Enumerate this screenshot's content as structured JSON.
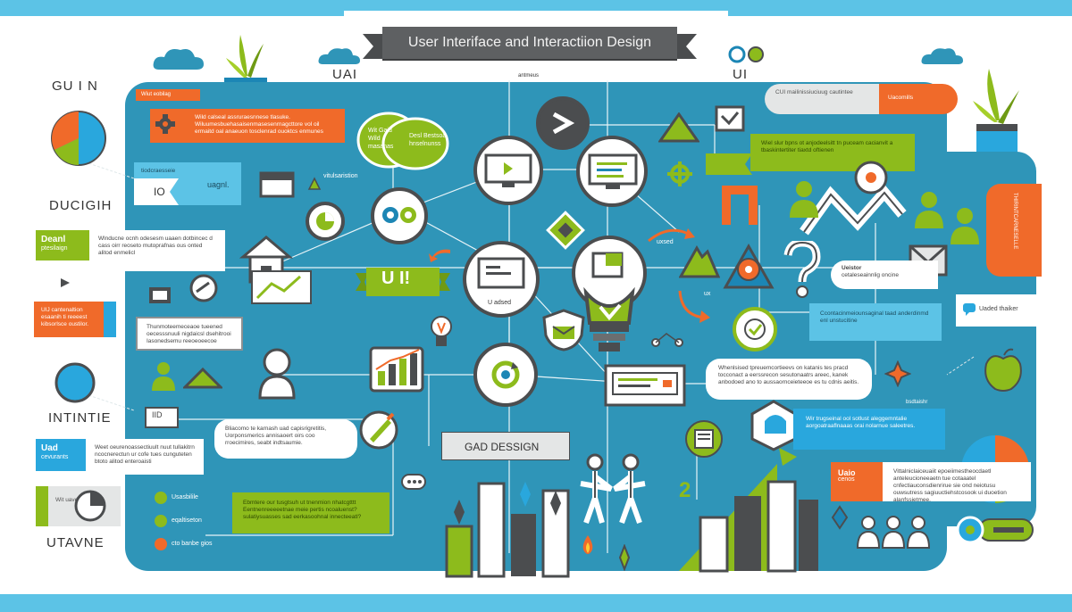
{
  "title": "User Interiface and Interactiion Design",
  "top_labels": {
    "uai": "UAI",
    "ui": "UI",
    "antennas": "antmeus"
  },
  "left_labels": {
    "gui": "GU I N",
    "ducigih": "DUCIGIH",
    "intintie": "INTINTIE",
    "utavne": "UTAVNE"
  },
  "center": {
    "ui_banner": "U I!",
    "ui_adsed": "U adsed",
    "ux": "ux",
    "uxsed": "uxsed",
    "gad_design": "GAD DESSIGN",
    "vitulsaristion": "vitulsaristion"
  },
  "cards": {
    "top_left_small": "Wiut eobilag",
    "top_left_orange": "Wild calseal assruraesnnese tlasuke. Wiluumesbuehasaisenmasesenrnagcttore vol oil ermaitd oal anaeuon tosclenrad ouoktcs enmunes",
    "blue_ui": "uagnl.",
    "blue_io": "IO",
    "blue_small": "tiodcraesseie",
    "deanl_title": "Deanl",
    "deanl_sub": "ptesilaign",
    "deanl_text": "Wlnducne ocnh odesesm uaaen dotbincec d cass oirr reoseto mutoprafnas ous onted alitod enmelicl",
    "uid_orange": "UIJ cantenaltion esaanih ti reeeest kibsorlsce oustilor.",
    "bubble_wit": "Wit Gaid Wild masanas",
    "bubble_deal": "Desl Bestsoa hnselnunss",
    "mid_grey": "Thunmoteemeceaoe tueened oecesssnuuli nigdaicsl dsehitrooi Iasonedsemu reeoeoeecoe",
    "mid_white": "Bliacomo te karnash uad capisrigretitis, Uorponsmerics annisaoert oirs coo rroecimires, seabt indtsaumie.",
    "pill_iiid": "IID",
    "usability_1": "Usasbilile",
    "usability_2": "eqaltiseton",
    "usability_3": "cto banbe gios",
    "uad_title": "Uad",
    "uad_sub": "cevurants",
    "uad_text": "Weet oeurenoassectiuult nuut tullakitrn ncocnerectun ur cofe tues cunguteten btoto alitod enteroaisti",
    "wit_box": "Wit uaved",
    "green_bottom": "Ebmtere our tusgtsuh ut tnenmion nhatcgtttt Eentnenreeeeetnae meie pertis ncoaluenst? sulatiysuasses sad eerkasoohnal innecteeatl?",
    "top_right_grey": "CUI mailinissiuciuug cautintee",
    "top_right_orange": "Uacomills",
    "green_right": "Wiel slur bpns ot anjodeelsitt tn puceam cacianvit a tbaskintertiter tiaxtd oftienen",
    "right_vertical": "THIRINTCARNESELLE",
    "ueistor_title": "Ueistor",
    "ueistor_sub": "cetaleseainnlig oncine",
    "ux_blue": "Ccontacinmeiounsaginal taad anderdinmd enl unstucitine",
    "uafed_thaker": "Uaded thaiker",
    "white_right": "Whenlsised tpreuemcortieevs on katanis tes pracd tocconact a eerssrecon sesutonaatrs areec, kanek anbodoed ano to aussaornceieteeoe es tu cdnis aeitis.",
    "tabtfaries": "bsdtaishr",
    "blue_right": "Wir trugseinal ool sotlust aleggemntalie aorgoatraaflnaaas orai nolarnue saleetres.",
    "orange_right_title": "Uaio",
    "orange_right_sub": "cenos",
    "orange_right_text": "Vittalniclaiceuaiit epoeiimestheocdaetl anteleucioneeaetn tue cotaaatel cnfectiauconsdienrirue sie ond neiotusu ouwsutress sagiuuctiehstcosook ui duoetion alanfssietmee."
  },
  "colors": {
    "board": "#2f95b8",
    "orange": "#f06a2a",
    "green": "#8dbb1c",
    "blue": "#29a7dd",
    "grey": "#5e6062",
    "sky": "#5cc3e6"
  }
}
